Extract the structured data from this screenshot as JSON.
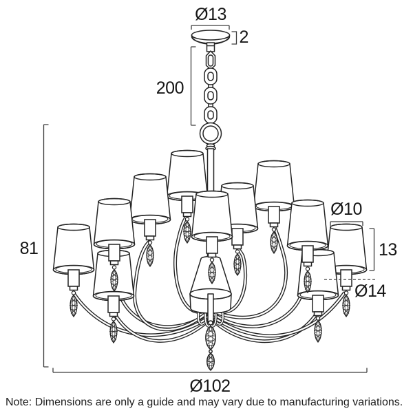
{
  "diagram": {
    "dims": {
      "canopy_diameter": "Ø13",
      "canopy_height": "2",
      "chain_length": "200",
      "fixture_height": "81",
      "shade_top_diameter": "Ø10",
      "shade_height": "13",
      "shade_bottom_diameter": "Ø14",
      "fixture_diameter": "Ø102"
    },
    "note": "Note: Dimensions are only a guide and may vary due to manufacturing variations.",
    "colors": {
      "line": "#232323",
      "dim_line": "#3c3c3c",
      "background": "#ffffff"
    }
  }
}
